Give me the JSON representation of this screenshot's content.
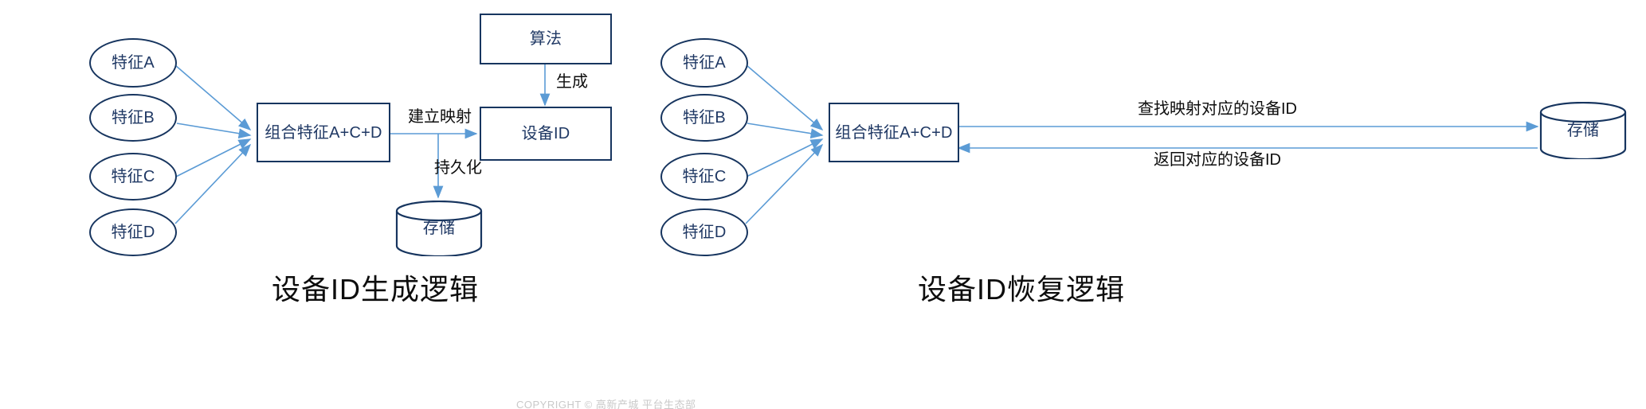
{
  "colors": {
    "node_stroke": "#17355f",
    "node_text": "#1f3864",
    "connector": "#5b9bd5",
    "caption_text": "#0d0d0d",
    "watermark_text": "#c9c9c9",
    "background": "#ffffff"
  },
  "left_panel": {
    "caption": "设备ID生成逻辑",
    "features": [
      {
        "label": "特征A"
      },
      {
        "label": "特征B"
      },
      {
        "label": "特征C"
      },
      {
        "label": "特征D"
      }
    ],
    "combine_box": "组合特征A+C+D",
    "algorithm_box": "算法",
    "device_id_box": "设备ID",
    "storage": "存储",
    "edges": [
      {
        "label": "生成"
      },
      {
        "label": "建立映射"
      },
      {
        "label": "持久化"
      }
    ]
  },
  "right_panel": {
    "caption": "设备ID恢复逻辑",
    "features": [
      {
        "label": "特征A"
      },
      {
        "label": "特征B"
      },
      {
        "label": "特征C"
      },
      {
        "label": "特征D"
      }
    ],
    "combine_box": "组合特征A+C+D",
    "storage": "存储",
    "edges": [
      {
        "label": "查找映射对应的设备ID"
      },
      {
        "label": "返回对应的设备ID"
      }
    ]
  },
  "footer": {
    "watermark": "COPYRIGHT © 高新产城 平台生态部"
  }
}
